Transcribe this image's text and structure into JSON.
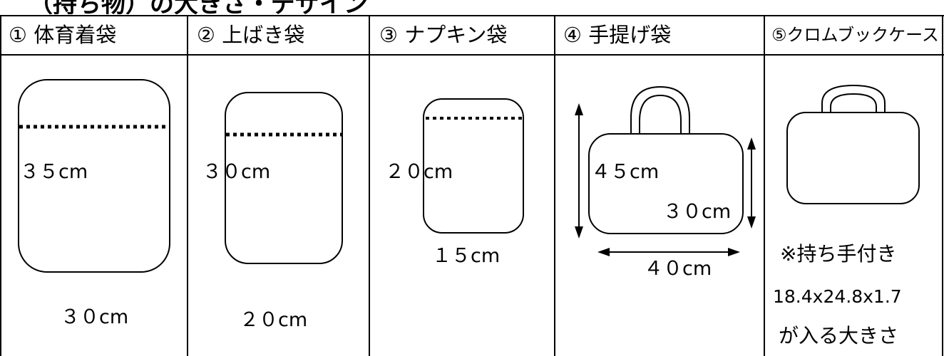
{
  "title_partial": "（持ち物）の大きさ・デザイン",
  "columns": [
    {
      "header": "① 体育着袋",
      "height_label": "３５cm",
      "width_label": "３０cm"
    },
    {
      "header": "② 上ばき袋",
      "height_label": "３０cm",
      "width_label": "２０cm"
    },
    {
      "header": "③ ナプキン袋",
      "height_label": "２０cm",
      "width_label": "１５cm"
    },
    {
      "header": "④ 手提げ袋",
      "height_label": "４５cm",
      "body_height_label": "３０cm",
      "width_label": "４０cm"
    },
    {
      "header": "⑤クロムブックケース",
      "note_line1": "※持ち手付き",
      "note_line2": "18.4x24.8x1.7",
      "note_line3": "が入る大きさ"
    }
  ]
}
